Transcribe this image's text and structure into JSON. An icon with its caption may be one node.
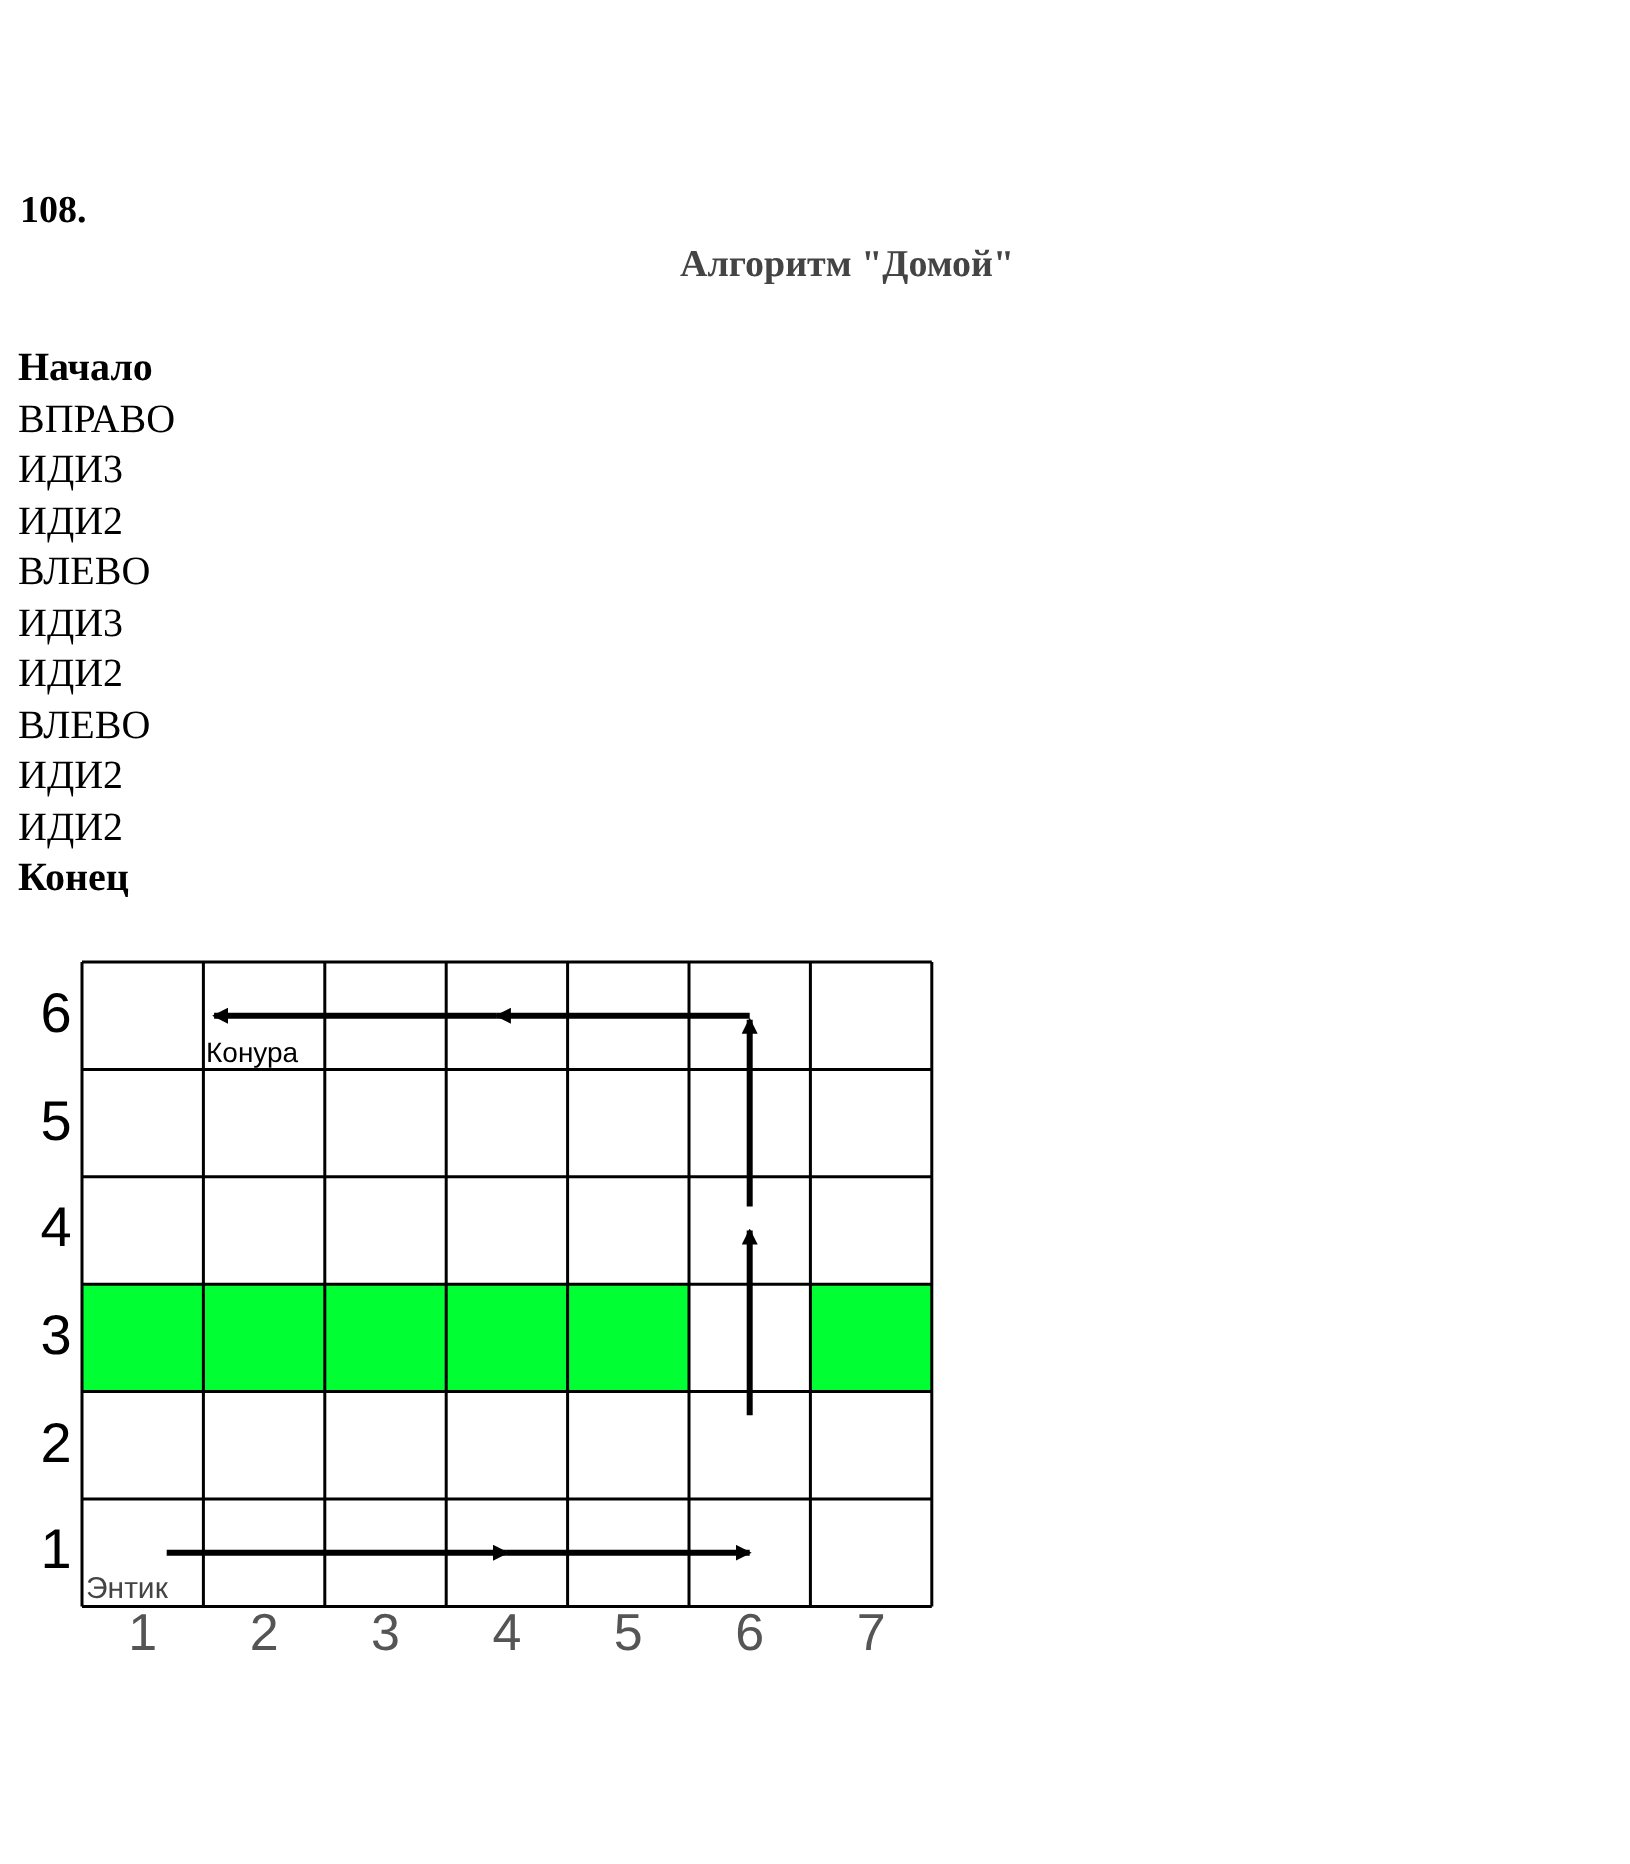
{
  "diagram": {
    "title": "Алгоритм \"Домой\"",
    "labels": [
      "108.",
      "Начало",
      "ВПРАВО",
      "ИДИ3",
      "ИДИ2",
      "ВЛЕВО",
      "ИДИ3",
      "ИДИ2",
      "ВЛЕВО",
      "ИДИ2",
      "ИДИ2",
      "Конец",
      "6",
      "5",
      "4",
      "3",
      "2",
      "1",
      "Конура",
      "Энтик",
      "1",
      "2",
      "3",
      "4",
      "5",
      "6",
      "7"
    ]
  }
}
